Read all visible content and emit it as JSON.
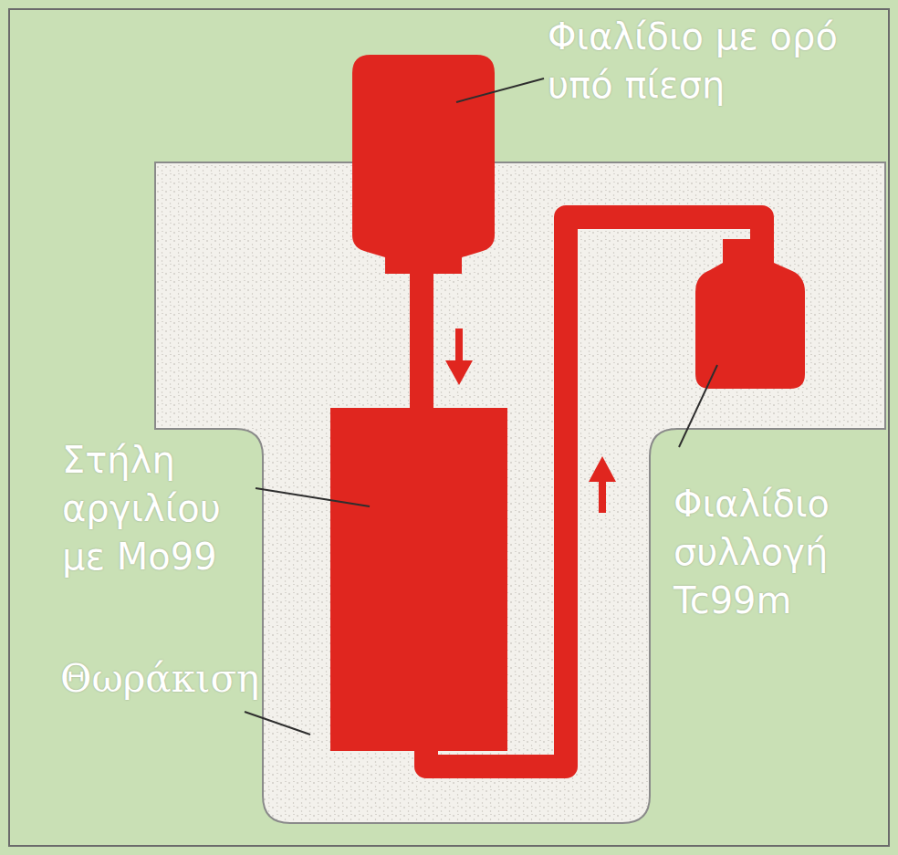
{
  "diagram": {
    "labels": [
      "Φιαλίδιο με ορό υπό πίεση",
      "Στήλη αργιλίου με Mo99",
      "Φιαλίδιο συλλογή Tc99m",
      "Θωράκιση"
    ]
  }
}
